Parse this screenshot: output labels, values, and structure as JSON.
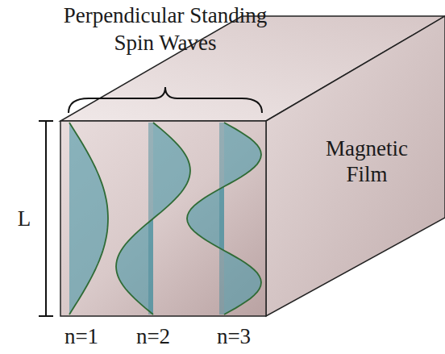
{
  "diagram": {
    "labels": [
      "Perpendicular Standing Spin Waves",
      "Magnetic Film",
      "L",
      "n=1",
      "n=2",
      "n=3"
    ]
  }
}
